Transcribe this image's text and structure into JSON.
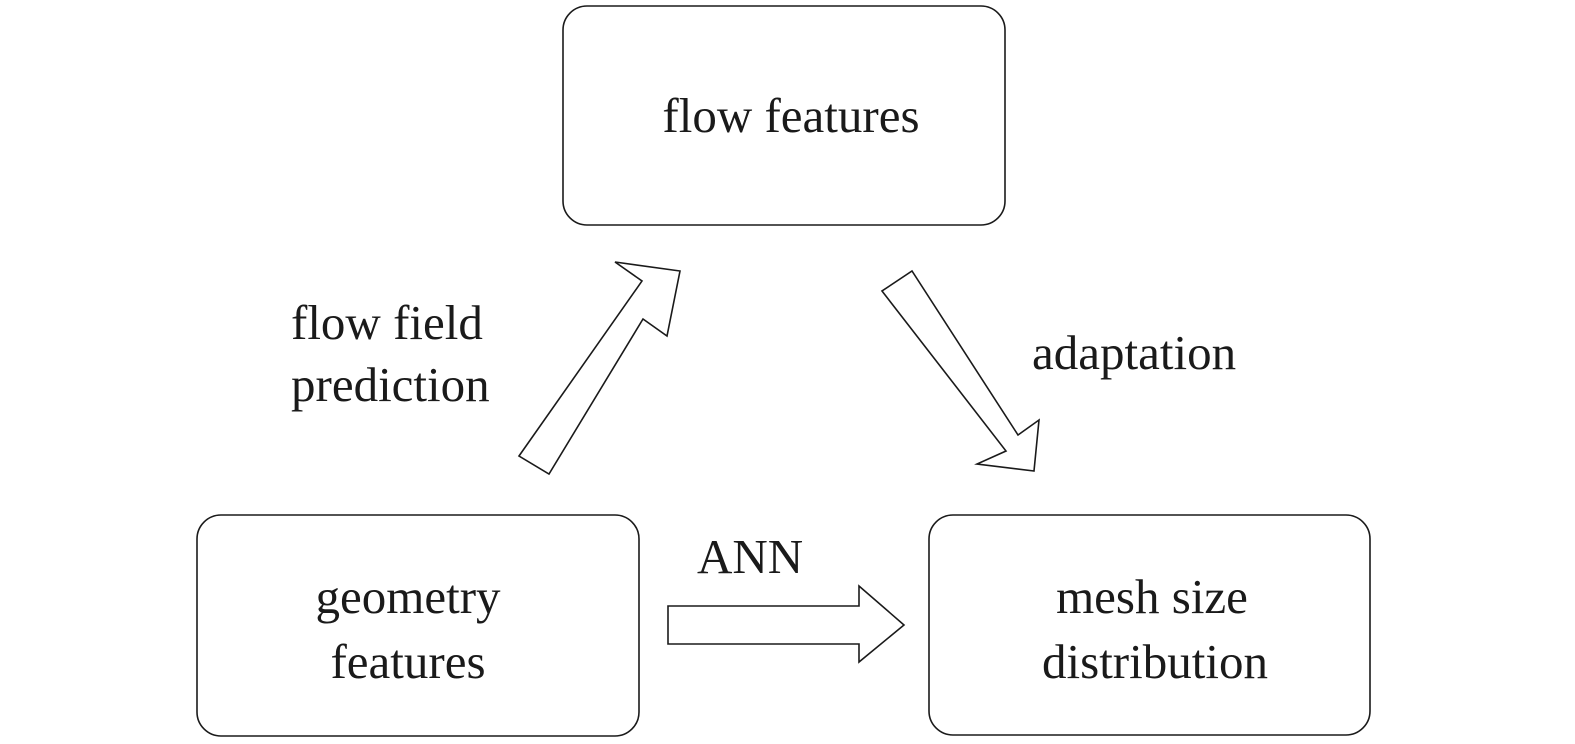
{
  "nodes": {
    "flow_features": {
      "label": "flow features"
    },
    "geometry_features": {
      "lines": [
        "geometry",
        "features"
      ]
    },
    "mesh_size_distribution": {
      "lines": [
        "mesh size",
        "distribution"
      ]
    }
  },
  "edges": {
    "flow_field_prediction": {
      "lines": [
        "flow field",
        "prediction"
      ]
    },
    "adaptation": {
      "label": "adaptation"
    },
    "ann": {
      "label": "ANN"
    }
  }
}
